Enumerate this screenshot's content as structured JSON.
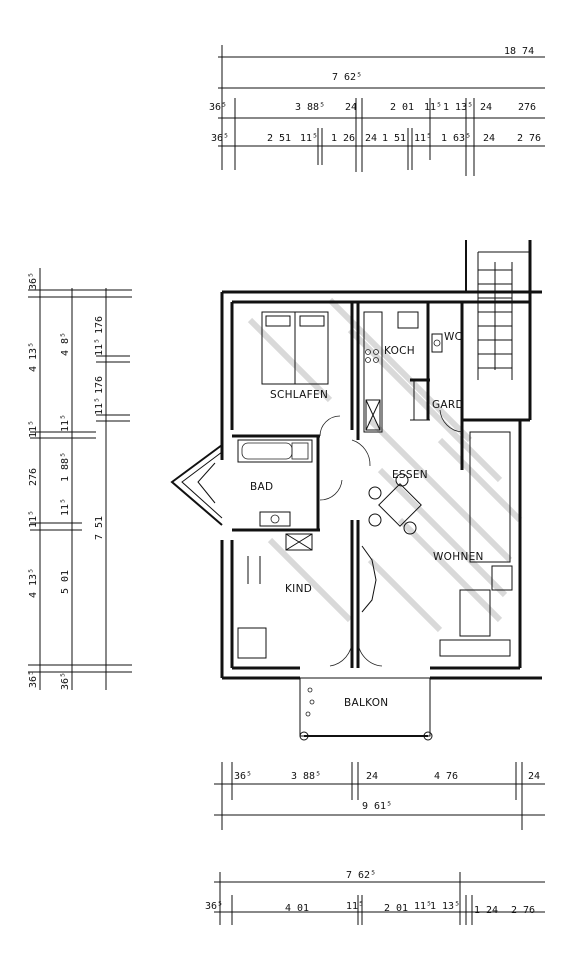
{
  "top_dimensions": {
    "row1": [
      "18 74"
    ],
    "row2": [
      "7 62⁵"
    ],
    "row3": [
      "36⁵",
      "3 88⁵",
      "24",
      "2 01",
      "11⁵",
      "1 13⁵",
      "24",
      "276"
    ],
    "row4": [
      "36⁵",
      "2 51",
      "11⁵",
      "1 26",
      "24",
      "1 51",
      "11⁵",
      "1 63⁵",
      "24",
      "2 76"
    ]
  },
  "left_dimensions": {
    "outer": [
      "36⁵",
      "4 13⁵",
      "11⁵",
      "276",
      "11⁵",
      "4 13⁵",
      "36⁵"
    ],
    "middle": [
      "4 8⁵",
      "11⁵",
      "1 88⁵",
      "11⁵",
      "5 01",
      "36⁵"
    ],
    "inner": [
      "11⁵",
      "176",
      "11⁵",
      "176",
      "7 51"
    ]
  },
  "bottom_dimensions": {
    "row1": [
      "36⁵",
      "3 88⁵",
      "24",
      "4 76",
      "24"
    ],
    "row2": [
      "9 61⁵"
    ],
    "row3": [
      "7 62⁵"
    ],
    "row4": [
      "36⁵",
      "4 01",
      "11⁵",
      "2 01",
      "11⁵",
      "1 13⁵",
      "1 24",
      "2 76"
    ]
  },
  "rooms": {
    "schlafen": "SCHLAFEN",
    "koch": "KOCH",
    "wc": "WC",
    "gard": "GARD",
    "bad": "BAD",
    "essen": "ESSEN",
    "wohnen": "WOHNEN",
    "kind": "KIND",
    "balkon": "BALKON"
  }
}
